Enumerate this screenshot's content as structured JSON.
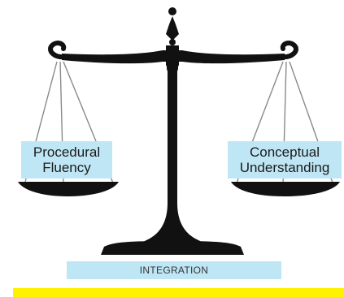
{
  "colors": {
    "scale": "#111111",
    "label_bg": "#bfe6f5",
    "accent_bar": "#fff200",
    "chain": "#8a8a8a"
  },
  "left_pan": {
    "label": "Procedural\nFluency"
  },
  "right_pan": {
    "label": "Conceptual\nUnderstanding"
  },
  "base": {
    "label": "INTEGRATION"
  },
  "icons": [
    "balance-scale-icon"
  ]
}
